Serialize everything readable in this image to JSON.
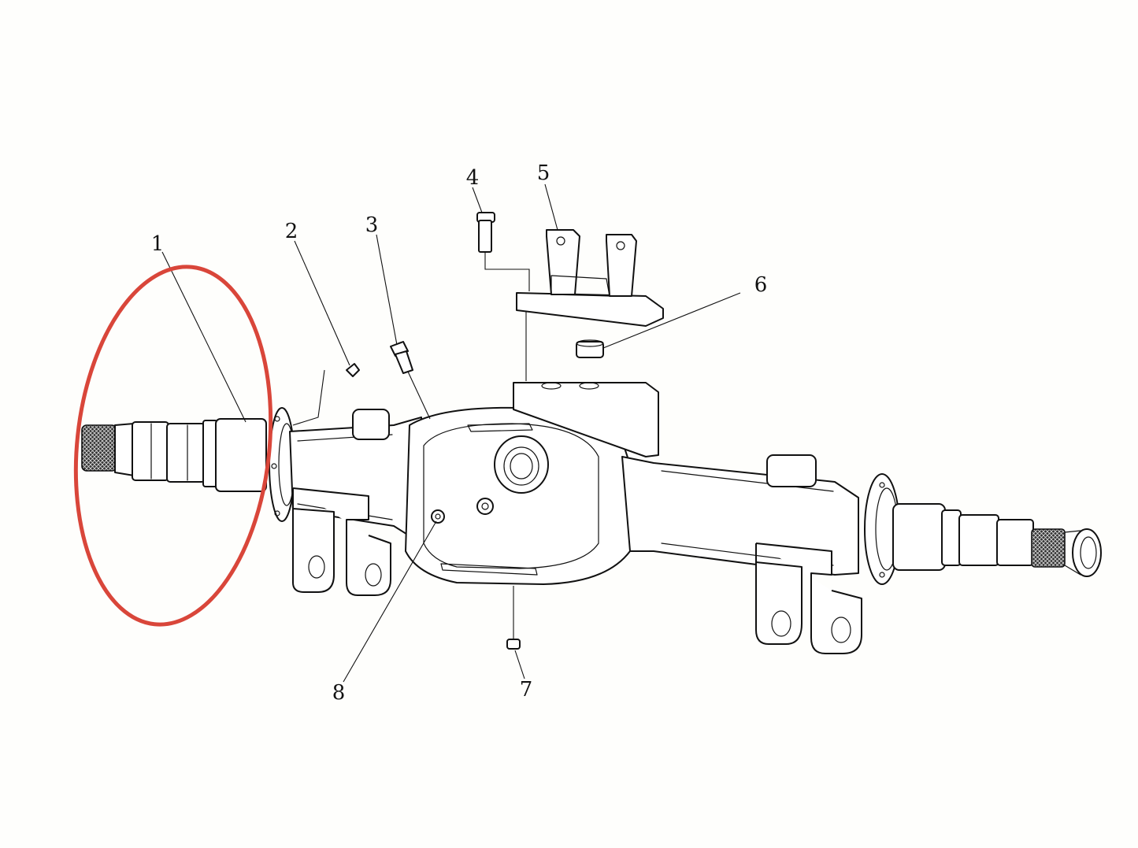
{
  "diagram": {
    "callouts": [
      {
        "id": "1",
        "label": "1"
      },
      {
        "id": "2",
        "label": "2"
      },
      {
        "id": "3",
        "label": "3"
      },
      {
        "id": "4",
        "label": "4"
      },
      {
        "id": "5",
        "label": "5"
      },
      {
        "id": "6",
        "label": "6"
      },
      {
        "id": "7",
        "label": "7"
      },
      {
        "id": "8",
        "label": "8"
      }
    ],
    "highlight": {
      "target": "1",
      "color": "#d9463a"
    },
    "colors": {
      "line": "#111111",
      "paper": "#fefefc"
    }
  }
}
